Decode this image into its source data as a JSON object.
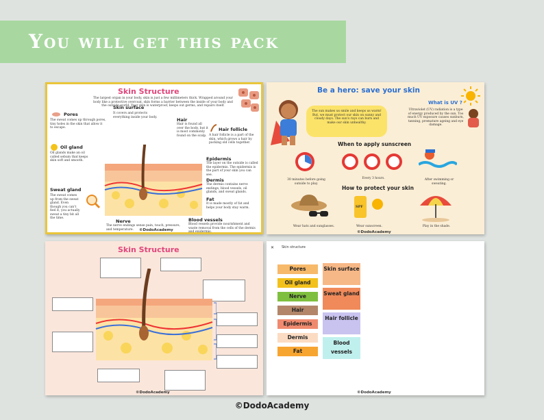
{
  "banner": {
    "text": "You will get this pack"
  },
  "card1": {
    "title": "Skin Structure",
    "intro": "The largest organ in your body, skin is just a few millimeters thick. Wrapped around your body like a protective overcoat, skin forms a barrier between the inside of your body and the outside world. Your skin is waterproof, keeps out germs, and repairs itself.",
    "pores": "Pores",
    "pores_text": "The sweat comes up through pores, tiny holes in the skin that allow it to escape.",
    "surface": "Skin surface",
    "surface_text": "It covers and protects everything inside your body.",
    "hair": "Hair",
    "hair_text": "Hair is found all over the body, but it is most commonly found on the scalp.",
    "follicle": "Hair follicle",
    "follicle_text": "A hair follicle is a part of the skin, which grows a hair by packing old cells together.",
    "oil": "Oil gland",
    "oil_text": "Oil glands make an oil called sebum that keeps skin soft and smooth.",
    "epidermis": "Epidermis",
    "epidermis_text": "The layer on the outside is called the epidermis. The epidermis is the part of your skin you can see.",
    "dermis": "Dermis",
    "dermis_text": "The dermis contains nerve endings, blood vessels, oil glands, and sweat glands.",
    "fat": "Fat",
    "fat_text": "It is made mostly of fat and helps your body stay warm.",
    "sweat": "Sweat gland",
    "sweat_text": "The sweat comes up from the sweat gland. Even though you can't feel it, you actually sweat a tiny bit all the time.",
    "nerve": "Nerve",
    "nerve_text": "The nerve endings sense pain, touch, pressure, and temperature.",
    "blood": "Blood vessels",
    "blood_text": "Blood vessels provide nourishment and waste removal from the cells of the dermis and epidermis.",
    "footer": "©DodoAcademy"
  },
  "card2": {
    "title": "Be a hero: save your skin",
    "bubble": "The sun makes us smile and keeps us warm! But, we must protect our skin on sunny and cloudy days. The sun's rays can burn and make our skin unhealthy.",
    "uv_title": "What is UV ?",
    "uv_text": "Ultraviolet (UV) radiation is a type of energy produced by the sun. Too much UV exposure causes sunburn, tanning, premature ageing and eye damage.",
    "when_title": "When to apply sunscreen",
    "when1": "30 minutes before going outside to play.",
    "when2": "Every 3 hours.",
    "when3": "After swimming or sweating.",
    "how_title": "How to protect your skin",
    "how1": "Wear hats and sunglasses.",
    "how2": "Wear sunscreen.",
    "how3": "Play in the shade.",
    "spf": "SPF",
    "footer": "©DodoAcademy"
  },
  "card3": {
    "title": "Skin Structure",
    "footer": "©DodoAcademy"
  },
  "card4": {
    "header": "Skin structure",
    "col1": [
      "Pores",
      "Oil gland",
      "Nerve",
      "Hair",
      "Epidermis",
      "Dermis",
      "Fat"
    ],
    "col2": [
      "Skin surface",
      "Sweat gland",
      "Hair follicle",
      "Blood vessels"
    ],
    "footer": "©DodoAcademy"
  },
  "copyright": "©DodoAcademy",
  "colors": {
    "green_banner": "#a8d8a0",
    "yellow_frame": "#e9c53a"
  }
}
